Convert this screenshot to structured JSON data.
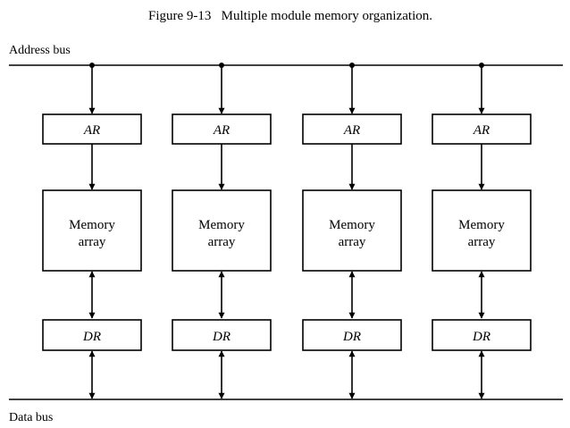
{
  "figure": {
    "caption": "Figure 9-13   Multiple module memory organization.",
    "address_bus_label": "Address bus",
    "data_bus_label": "Data bus"
  },
  "modules": [
    {
      "ar_label": "AR",
      "memory_line1": "Memory",
      "memory_line2": "array",
      "dr_label": "DR"
    },
    {
      "ar_label": "AR",
      "memory_line1": "Memory",
      "memory_line2": "array",
      "dr_label": "DR"
    },
    {
      "ar_label": "AR",
      "memory_line1": "Memory",
      "memory_line2": "array",
      "dr_label": "DR"
    },
    {
      "ar_label": "AR",
      "memory_line1": "Memory",
      "memory_line2": "array",
      "dr_label": "DR"
    }
  ]
}
